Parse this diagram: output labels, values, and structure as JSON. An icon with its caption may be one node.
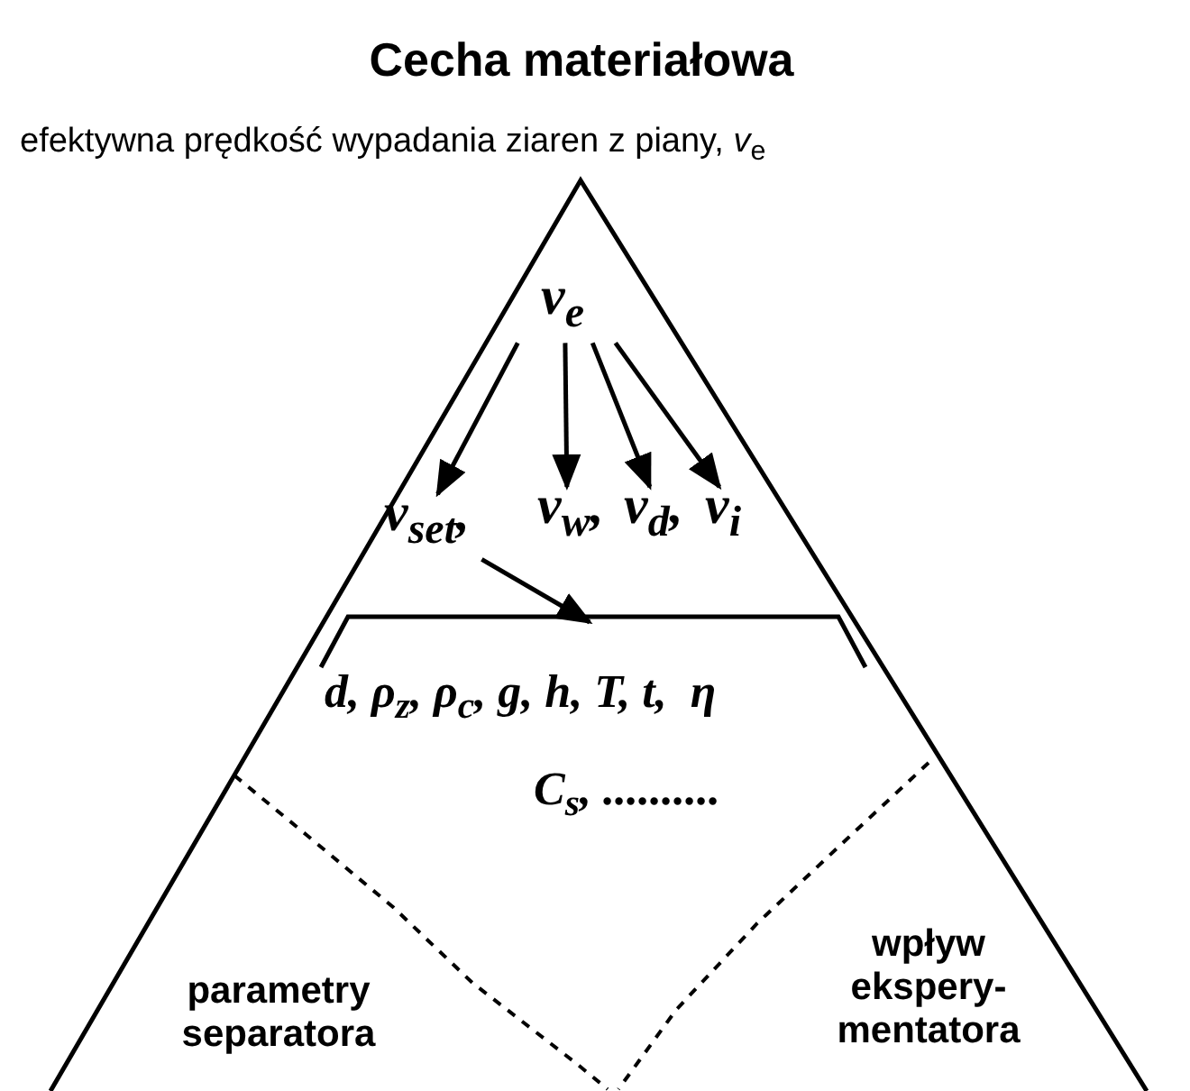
{
  "diagram": {
    "title": "Cecha materiałowa",
    "nodes": [
      {
        "text": [
          "v$_{e}$"
        ]
      },
      {
        "text": [
          "v$_{set}$,"
        ]
      },
      {
        "text": [
          "v$_{w}$,"
        ]
      },
      {
        "text": [
          "v$_{d}$,"
        ]
      },
      {
        "text": [
          "v$_{i}$"
        ]
      },
      {
        "text": [
          "d, ρ$_{z}$, ρ$_{c}$, g, h, T, t,  η",
          "C$_{s}$, .........."
        ]
      }
    ],
    "edges": [
      {
        "from": 0,
        "to": 1,
        "arrow": "to"
      },
      {
        "from": 0,
        "to": 2,
        "arrow": "to"
      },
      {
        "from": 0,
        "to": 3,
        "arrow": "to"
      },
      {
        "from": 0,
        "to": 4,
        "arrow": "to"
      },
      {
        "from": 1,
        "to": 5,
        "arrow": "to"
      }
    ],
    "labels": [
      "efektywna prędkość wypadania ziaren z piany,  *v*$_{e}$",
      "parametry separatora",
      "wpływ ekspery-mentatora"
    ]
  }
}
